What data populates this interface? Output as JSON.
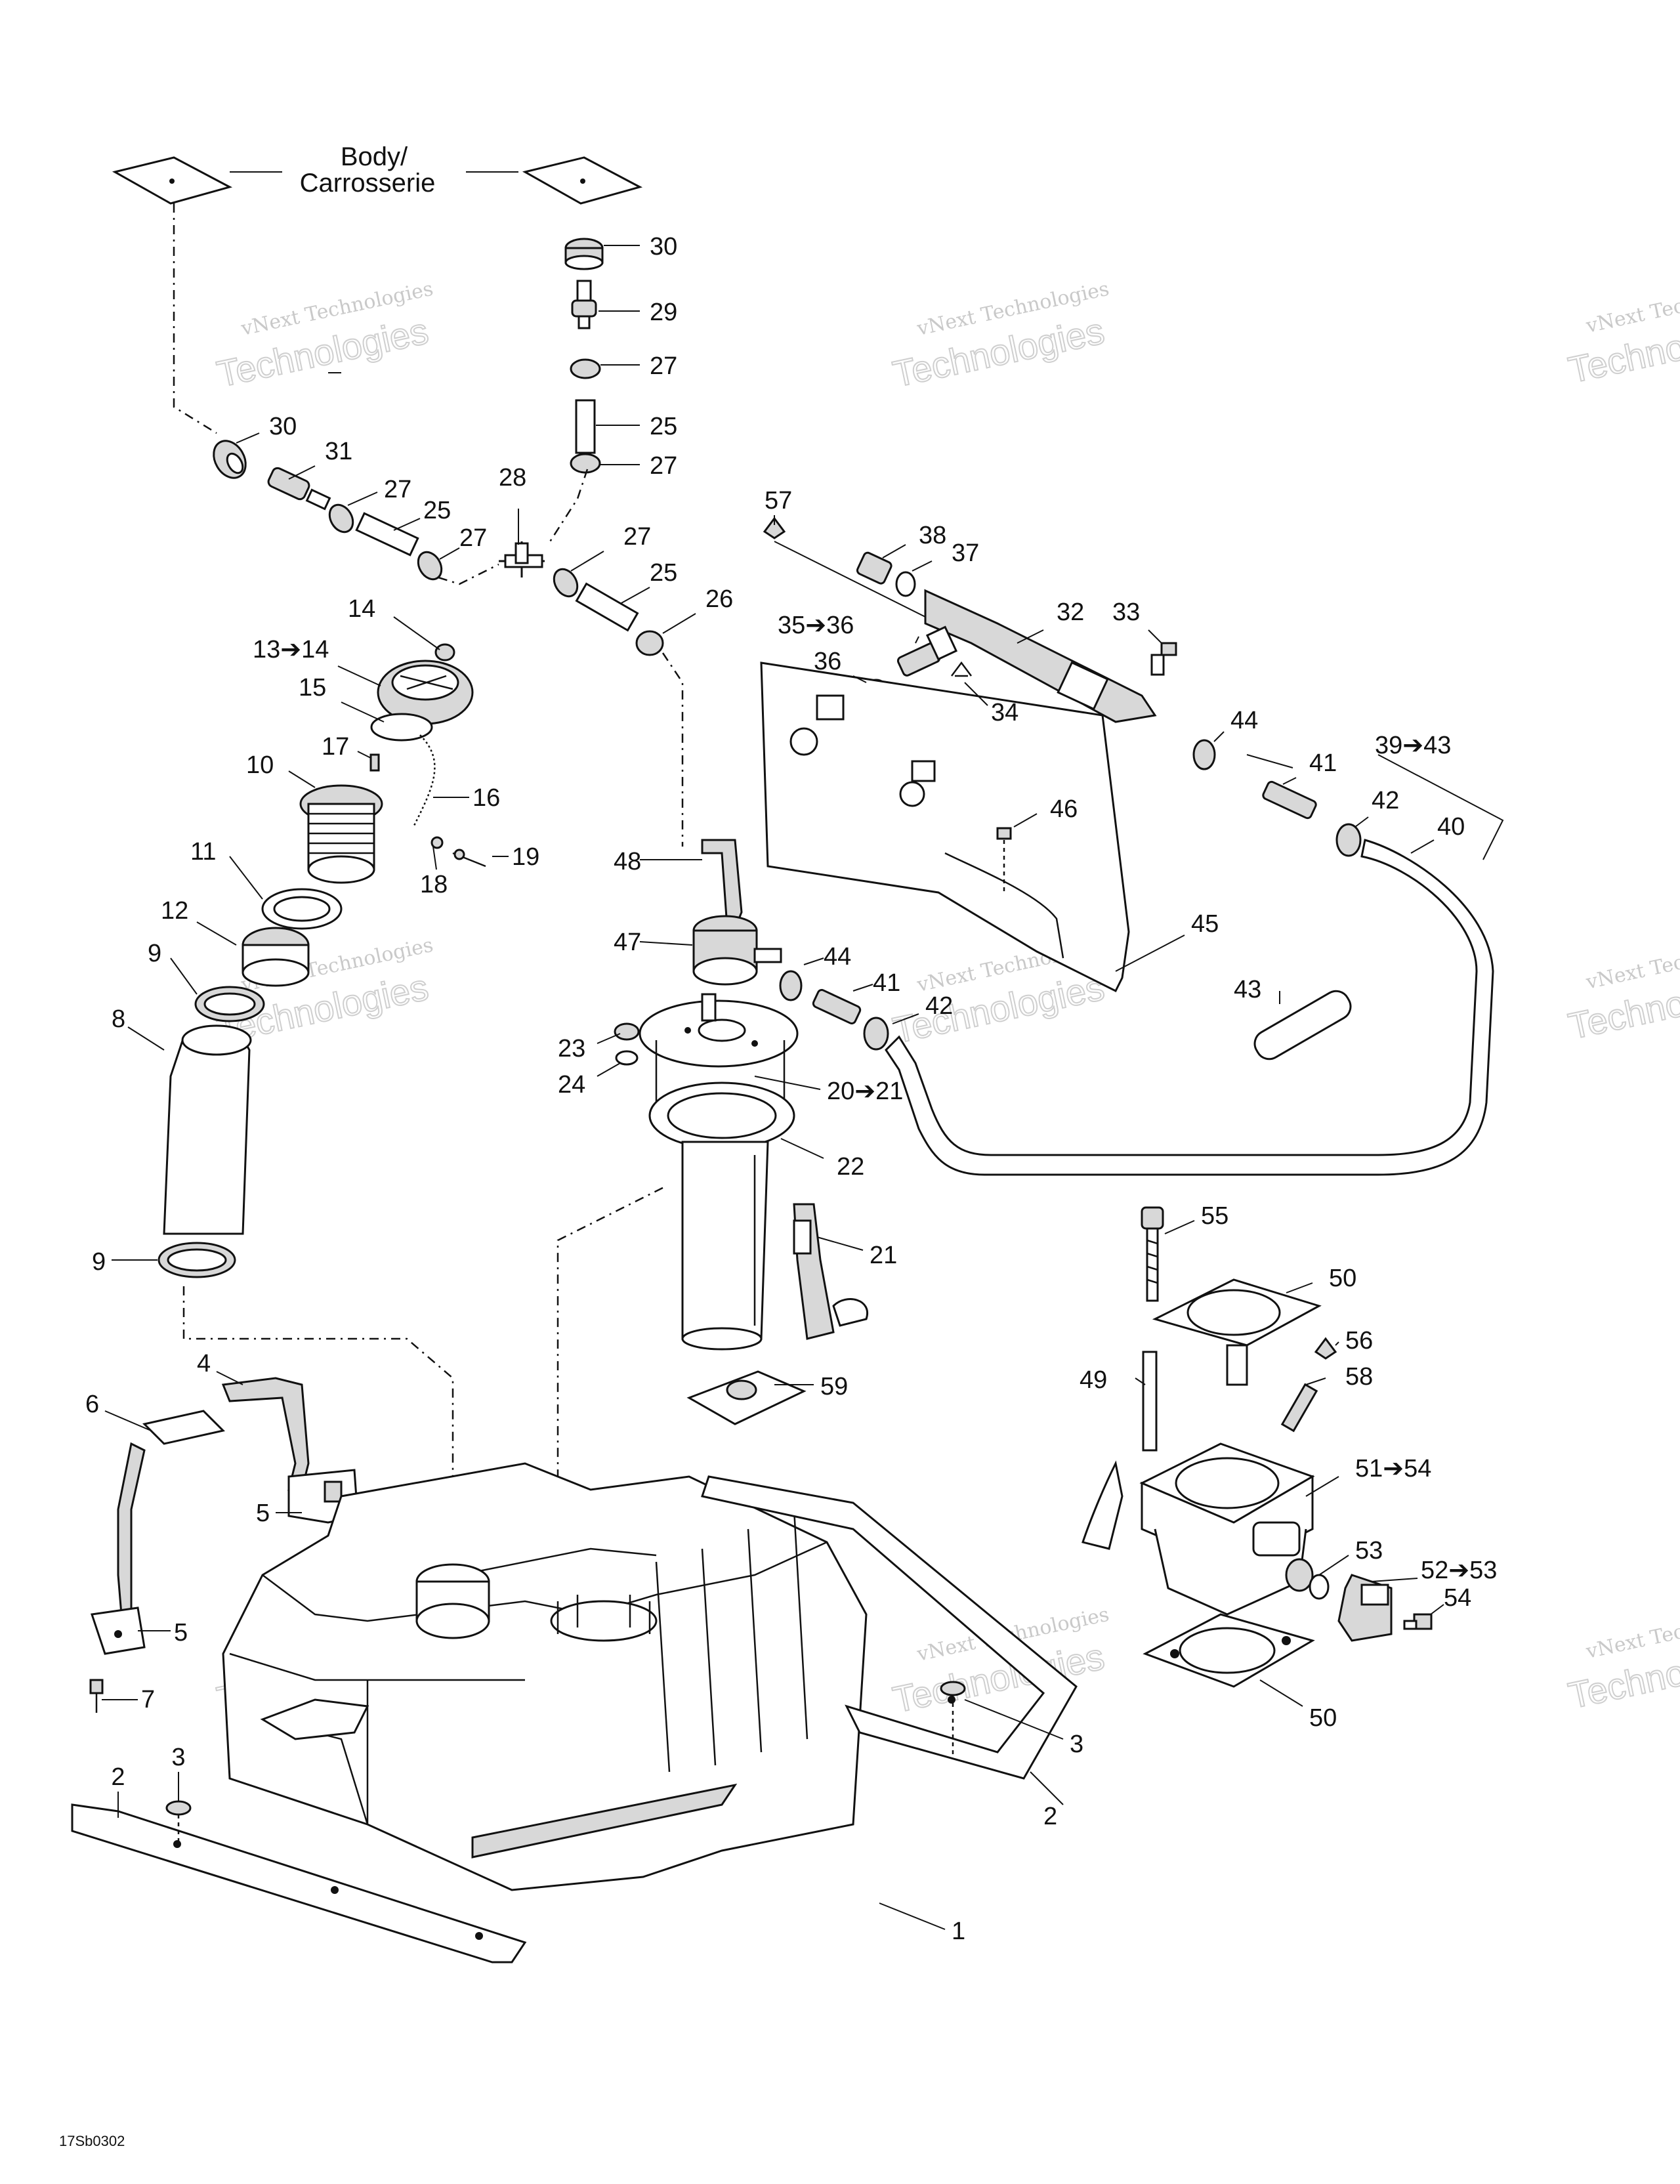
{
  "header": {
    "body_label_line1": "Body/",
    "body_label_line2": "Carrosserie"
  },
  "watermark": {
    "line1": "vNext Technologies",
    "line2": "Technologies",
    "line3": "vNext"
  },
  "footer": {
    "drawing_code": "17Sb0302"
  },
  "callouts": [
    "30",
    "29",
    "27",
    "25",
    "27",
    "30",
    "31",
    "27",
    "25",
    "27",
    "28",
    "27",
    "25",
    "26",
    "14",
    "13➔14",
    "15",
    "10",
    "17",
    "16",
    "18",
    "19",
    "11",
    "12",
    "9",
    "8",
    "9",
    "57",
    "38",
    "37",
    "32",
    "33",
    "35➔36",
    "36",
    "34",
    "44",
    "39➔43",
    "41",
    "42",
    "40",
    "46",
    "45",
    "48",
    "47",
    "44",
    "41",
    "42",
    "43",
    "23",
    "24",
    "20➔21",
    "22",
    "21",
    "59",
    "55",
    "50",
    "56",
    "58",
    "49",
    "51➔54",
    "53",
    "52➔53",
    "54",
    "50",
    "4",
    "6",
    "5",
    "5",
    "7",
    "3",
    "2",
    "3",
    "2",
    "1"
  ]
}
